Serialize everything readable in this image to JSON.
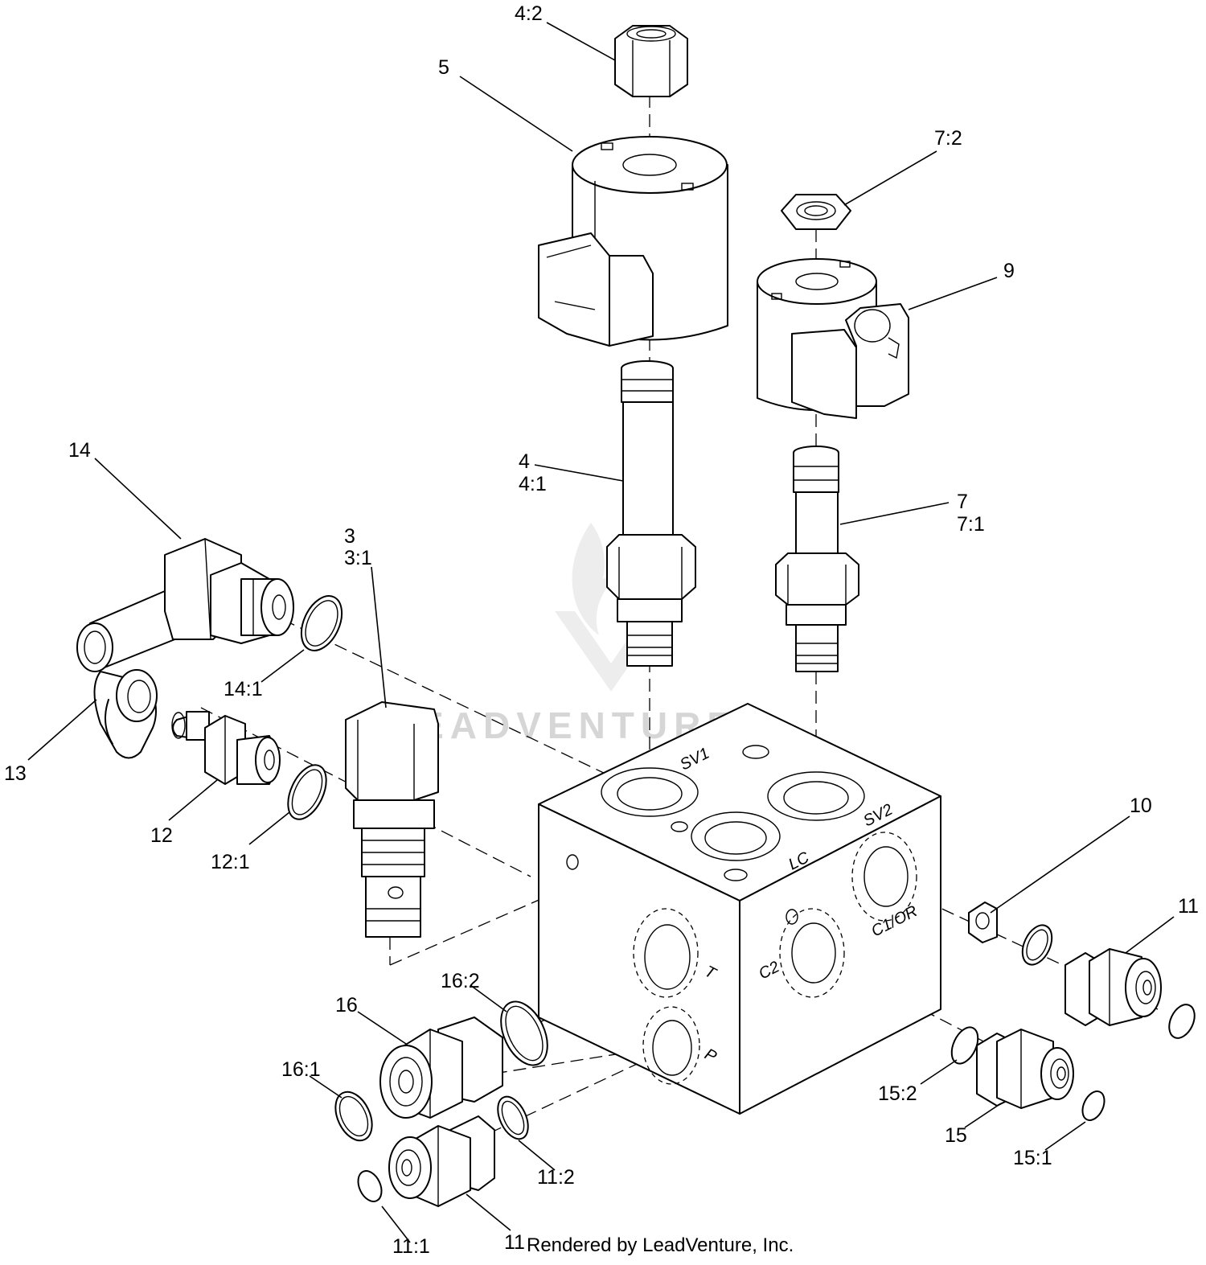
{
  "watermark": "LEADVENTURE",
  "credit": "Rendered by LeadVenture, Inc.",
  "ports": {
    "sv1": "SV1",
    "sv2": "SV2",
    "lc": "LC",
    "c1or": "C1/OR",
    "c2": "C2",
    "t": "T",
    "p": "P"
  },
  "callouts": {
    "c4_2": "4:2",
    "c5": "5",
    "c7_2": "7:2",
    "c9": "9",
    "c4": "4",
    "c4_1": "4:1",
    "c7": "7",
    "c7_1": "7:1",
    "c14": "14",
    "c3": "3",
    "c3_1": "3:1",
    "c14_1": "14:1",
    "c13": "13",
    "c12": "12",
    "c12_1": "12:1",
    "c10": "10",
    "c11_top": "11",
    "c16": "16",
    "c16_2": "16:2",
    "c16_1": "16:1",
    "c15_2": "15:2",
    "c15": "15",
    "c15_1": "15:1",
    "c11_2": "11:2",
    "c11_1": "11:1",
    "c11_bottom": "11"
  }
}
